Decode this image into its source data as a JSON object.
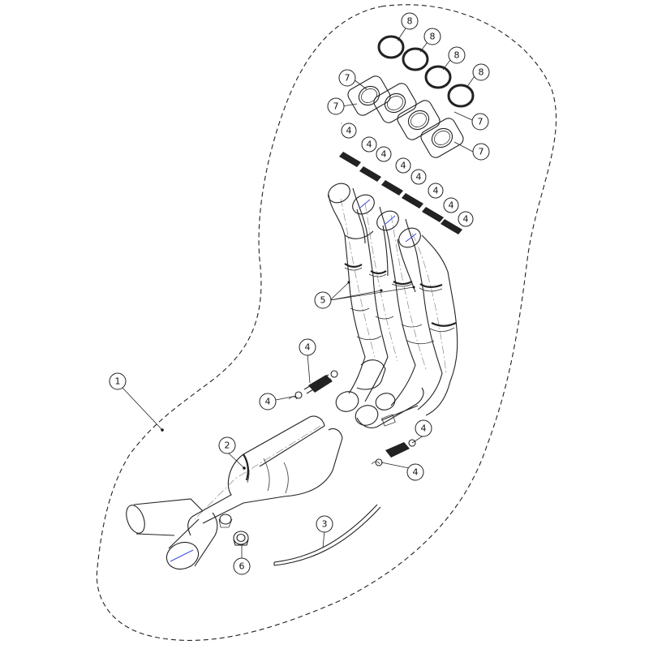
{
  "callouts": [
    {
      "id": "c1",
      "label": "1"
    },
    {
      "id": "c2",
      "label": "2"
    },
    {
      "id": "c3",
      "label": "3"
    },
    {
      "id": "c4a",
      "label": "4"
    },
    {
      "id": "c4b",
      "label": "4"
    },
    {
      "id": "c4c",
      "label": "4"
    },
    {
      "id": "c4d",
      "label": "4"
    },
    {
      "id": "c4e",
      "label": "4"
    },
    {
      "id": "c4f",
      "label": "4"
    },
    {
      "id": "c4g",
      "label": "4"
    },
    {
      "id": "c4h",
      "label": "4"
    },
    {
      "id": "c4i",
      "label": "4"
    },
    {
      "id": "c4j",
      "label": "4"
    },
    {
      "id": "c4k",
      "label": "4"
    },
    {
      "id": "c4l",
      "label": "4"
    },
    {
      "id": "c4m",
      "label": "4"
    },
    {
      "id": "c5",
      "label": "5"
    },
    {
      "id": "c6",
      "label": "6"
    },
    {
      "id": "c7a",
      "label": "7"
    },
    {
      "id": "c7b",
      "label": "7"
    },
    {
      "id": "c7c",
      "label": "7"
    },
    {
      "id": "c7d",
      "label": "7"
    },
    {
      "id": "c8a",
      "label": "8"
    },
    {
      "id": "c8b",
      "label": "8"
    },
    {
      "id": "c8c",
      "label": "8"
    },
    {
      "id": "c8d",
      "label": "8"
    }
  ]
}
